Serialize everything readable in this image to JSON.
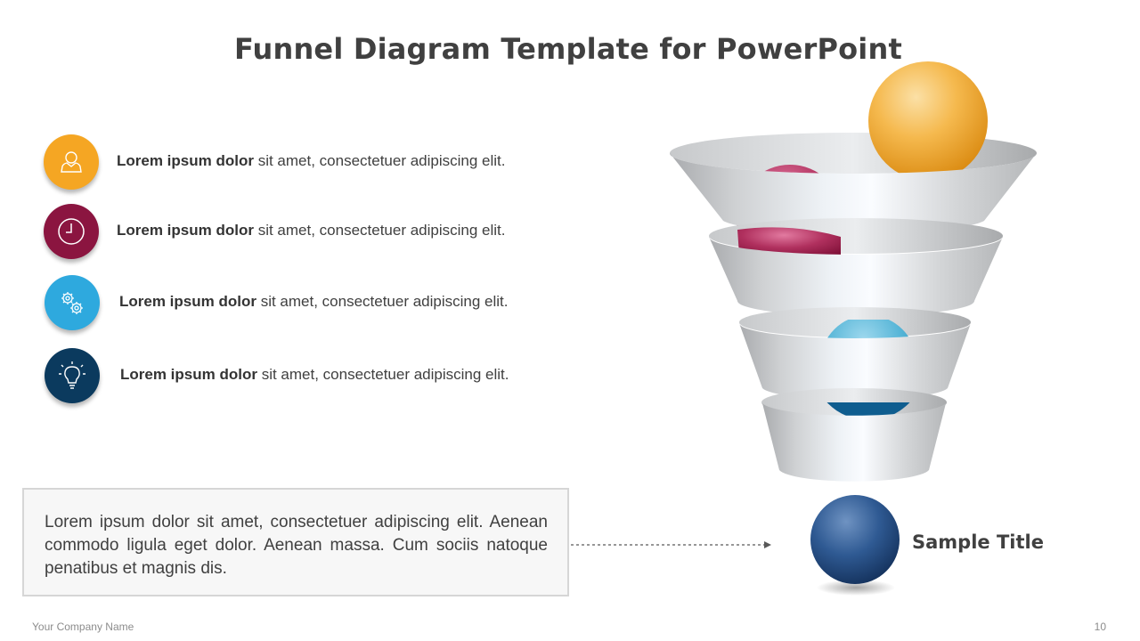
{
  "title": "Funnel Diagram Template for PowerPoint",
  "items": [
    {
      "bold": "Lorem ipsum dolor",
      "rest": " sit amet, consectetuer adipiscing elit.",
      "icon": "user-icon",
      "color": "#f5a623"
    },
    {
      "bold": "Lorem ipsum dolor",
      "rest": " sit amet, consectetuer adipiscing elit.",
      "icon": "clock-icon",
      "color": "#8b1540"
    },
    {
      "bold": "Lorem ipsum dolor",
      "rest": " sit amet, consectetuer adipiscing elit.",
      "icon": "gears-icon",
      "color": "#2ea9de"
    },
    {
      "bold": "Lorem ipsum dolor",
      "rest": " sit amet, consectetuer adipiscing elit.",
      "icon": "lightbulb-icon",
      "color": "#0b3a5e"
    }
  ],
  "description": "Lorem ipsum dolor sit amet, consectetuer  adipiscing elit. Aenean commodo ligula eget dolor. Aenean massa. Cum sociis natoque penatibus et magnis dis.",
  "sample_title": "Sample Title",
  "footer": {
    "company": "Your Company  Name",
    "page": "10"
  },
  "colors": {
    "orange": "#f5a623",
    "maroon": "#8b1540",
    "sky": "#2ea9de",
    "navy": "#0b3a5e",
    "ball_navy": "#1f4a80"
  }
}
